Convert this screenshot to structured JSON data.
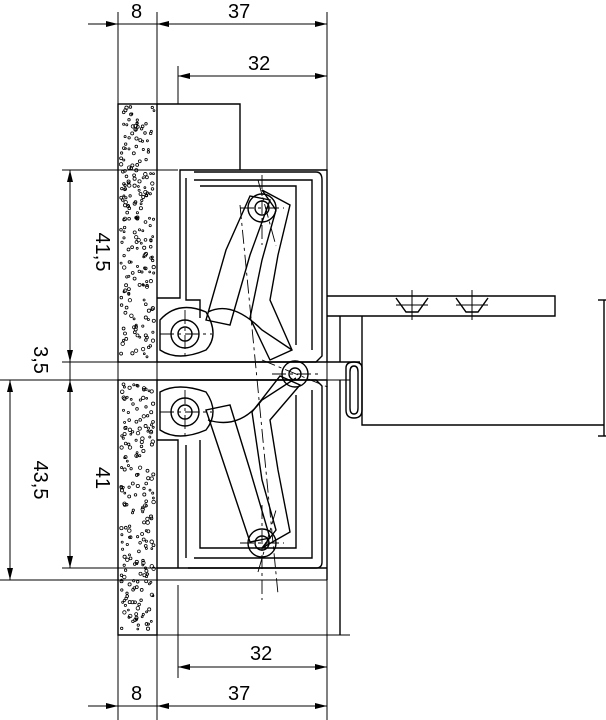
{
  "dimensions": {
    "top_left": "8",
    "top_right": "37",
    "top_inner": "32",
    "left_upper": "41,5",
    "left_gap": "3,5",
    "left_outer": "43,5",
    "left_lower": "41",
    "bottom_inner": "32",
    "bottom_left": "8",
    "bottom_right": "37"
  }
}
